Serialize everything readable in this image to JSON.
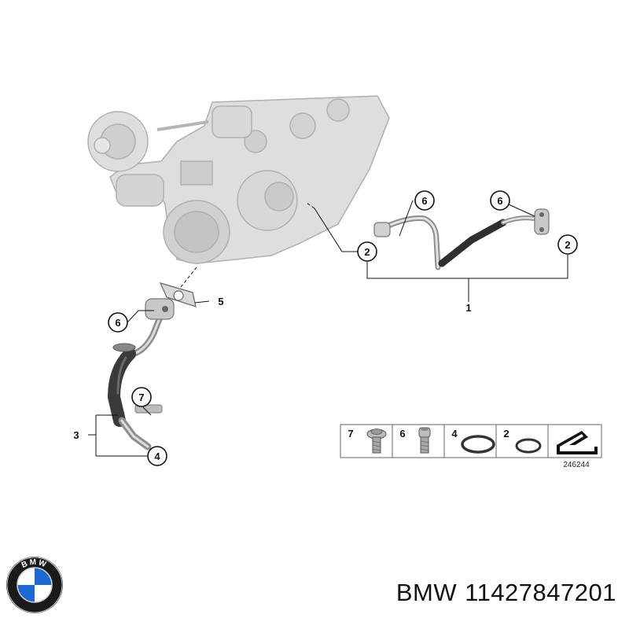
{
  "diagram": {
    "callouts": {
      "c1": "1",
      "c2a": "2",
      "c2b": "2",
      "c3": "3",
      "c4": "4",
      "c5": "5",
      "c6a": "6",
      "c6b": "6",
      "c6c": "6",
      "c7": "7"
    },
    "legend": {
      "items": [
        {
          "number": "7",
          "icon": "collar-bolt-icon"
        },
        {
          "number": "6",
          "icon": "socket-head-bolt-icon"
        },
        {
          "number": "4",
          "icon": "o-ring-large-icon"
        },
        {
          "number": "2",
          "icon": "o-ring-small-icon"
        },
        {
          "number": "",
          "icon": "arrow-placeholder-icon"
        }
      ],
      "reference_number": "246244"
    }
  },
  "branding": {
    "logo_letters": "BMW",
    "brand": "BMW",
    "part_number": "11427847201"
  },
  "colors": {
    "turbo_fill": "#dcdcdc",
    "turbo_stroke": "#a8a8a8",
    "pipe_dark": "#3a3a3a",
    "pipe_metal": "#9a9a9a",
    "logo_blue": "#1c69d4",
    "logo_ring": "#1a1a1a"
  }
}
